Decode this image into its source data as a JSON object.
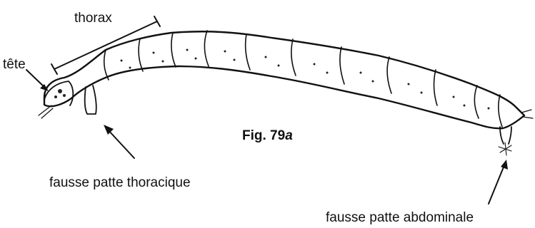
{
  "labels": {
    "thorax": "thorax",
    "head": "tête",
    "thoracic_proleg": "fausse patte thoracique",
    "abdominal_proleg": "fausse patte abdominale"
  },
  "figure": {
    "number": "Fig. 79",
    "suffix": "a"
  }
}
